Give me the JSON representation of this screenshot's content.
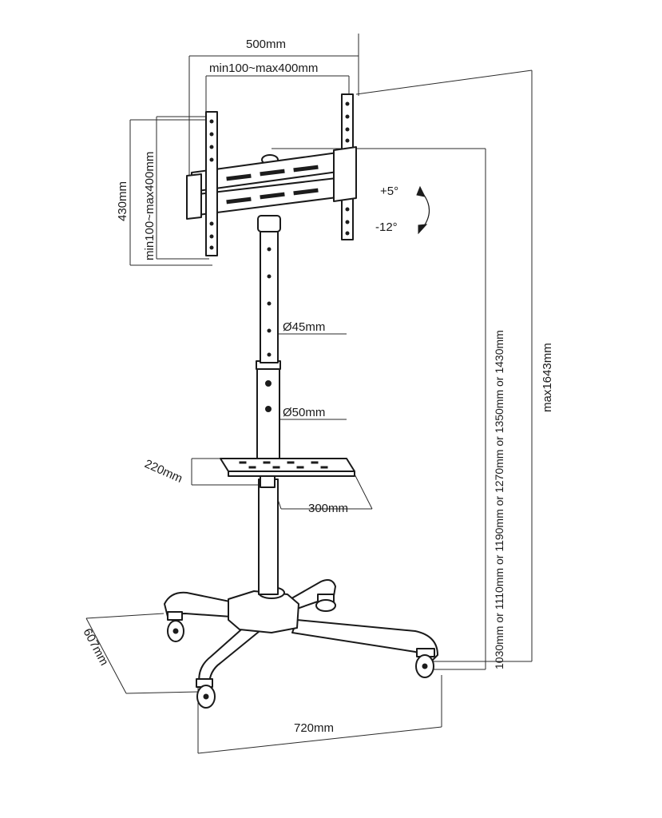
{
  "labels": {
    "width_500": "500mm",
    "vesa_horizontal": "min100~max400mm",
    "height_430": "430mm",
    "vesa_vertical": "min100~max400mm",
    "tilt_up": "+5°",
    "tilt_down": "-12°",
    "pole_upper_diameter": "Ø45mm",
    "pole_lower_diameter": "Ø50mm",
    "shelf_depth": "220mm",
    "shelf_width": "300mm",
    "base_depth": "607mm",
    "base_width": "720mm",
    "height_options": "1030mm or 1110mm or 1190mm or 1270mm or 1350mm or 1430mm",
    "max_height": "max1643mm"
  }
}
